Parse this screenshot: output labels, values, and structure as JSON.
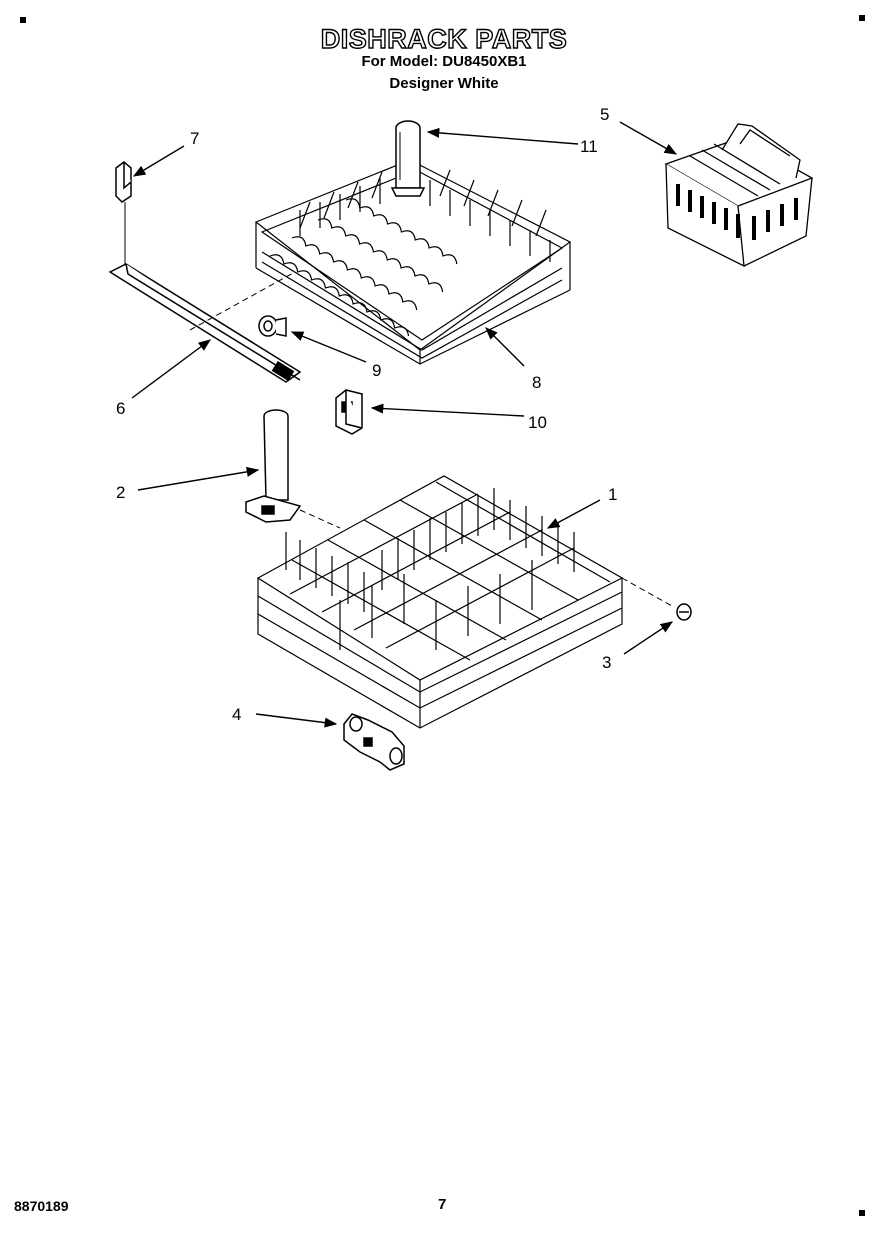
{
  "header": {
    "title": "DISHRACK PARTS",
    "model_line": "For Model: DU8450XB1",
    "color_line": "Designer White"
  },
  "callouts": [
    "1",
    "2",
    "3",
    "4",
    "5",
    "6",
    "7",
    "8",
    "9",
    "10",
    "11"
  ],
  "footer": {
    "code": "8870189",
    "page": "7"
  }
}
